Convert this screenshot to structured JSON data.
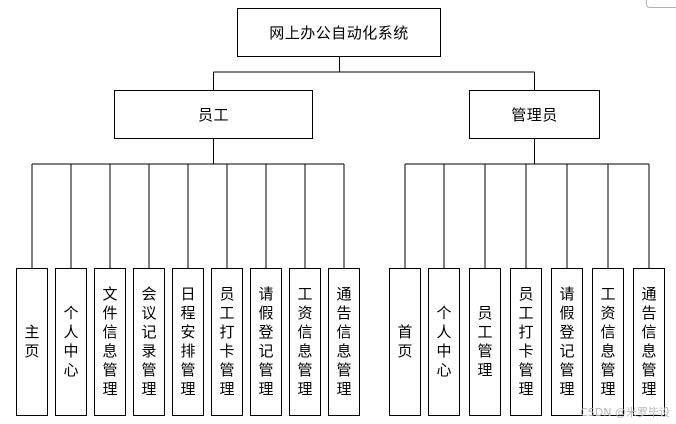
{
  "root": {
    "label": "网上办公自动化系统"
  },
  "groups": [
    {
      "id": "employee",
      "label": "员工",
      "children": [
        "主页",
        "个人中心",
        "文件信息管理",
        "会议记录管理",
        "日程安排管理",
        "员工打卡管理",
        "请假登记管理",
        "工资信息管理",
        "通告信息管理"
      ]
    },
    {
      "id": "admin",
      "label": "管理员",
      "children": [
        "首页",
        "个人中心",
        "员工管理",
        "员工打卡管理",
        "请假登记管理",
        "工资信息管理",
        "通告信息管理"
      ]
    }
  ],
  "watermark": "CSDN @米罗毕设"
}
